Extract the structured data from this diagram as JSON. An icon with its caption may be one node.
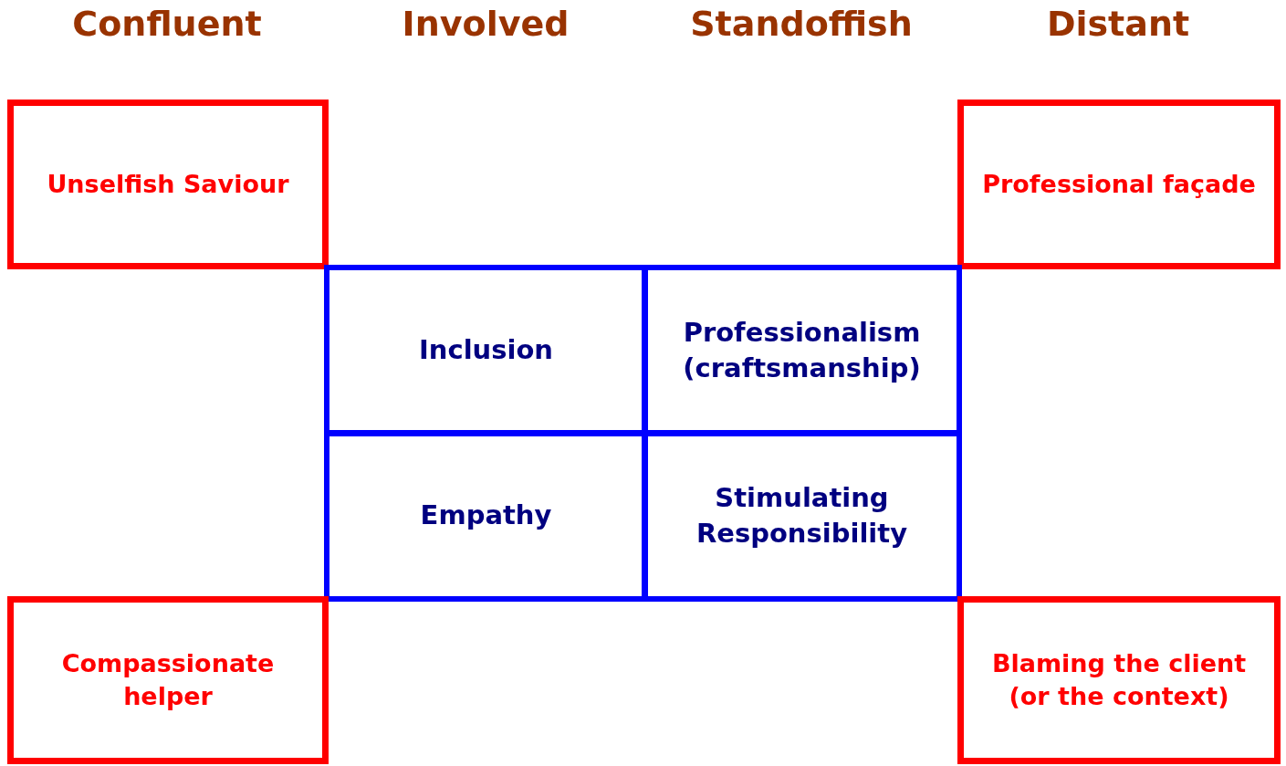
{
  "diagram": {
    "nodes": [
      {
        "text": [
          "Unselfish Saviour"
        ]
      },
      {
        "text": [
          "Professional façade"
        ]
      },
      {
        "text": [
          "Inclusion"
        ]
      },
      {
        "text": [
          "Professionalism (craftsmanship)"
        ]
      },
      {
        "text": [
          "Empathy"
        ]
      },
      {
        "text": [
          "Stimulating Responsibility"
        ]
      },
      {
        "text": [
          "Compassionate helper"
        ]
      },
      {
        "text": [
          "Blaming the client (or the context)"
        ]
      }
    ],
    "labels": [
      "Confluent",
      "Involved",
      "Standoffish",
      "Distant"
    ]
  }
}
